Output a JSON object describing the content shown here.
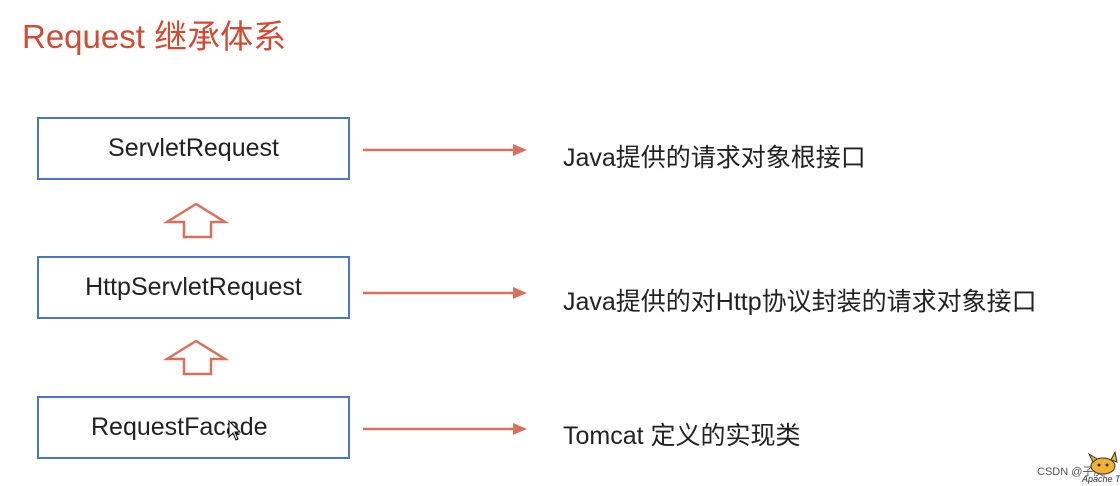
{
  "title": "Request 继承体系",
  "boxes": [
    {
      "label": "ServletRequest"
    },
    {
      "label": "HttpServletRequest"
    },
    {
      "label": "RequestFacade"
    }
  ],
  "descriptions": [
    {
      "text": "Java提供的请求对象根接口"
    },
    {
      "text": "Java提供的对Http协议封装的请求对象接口"
    },
    {
      "text": "Tomcat 定义的实现类"
    }
  ],
  "watermark": "CSDN @子庚",
  "logo_text": "Apache T",
  "colors": {
    "title": "#d04a34",
    "box_border": "#4a76c4",
    "arrow": "#d9705e"
  }
}
